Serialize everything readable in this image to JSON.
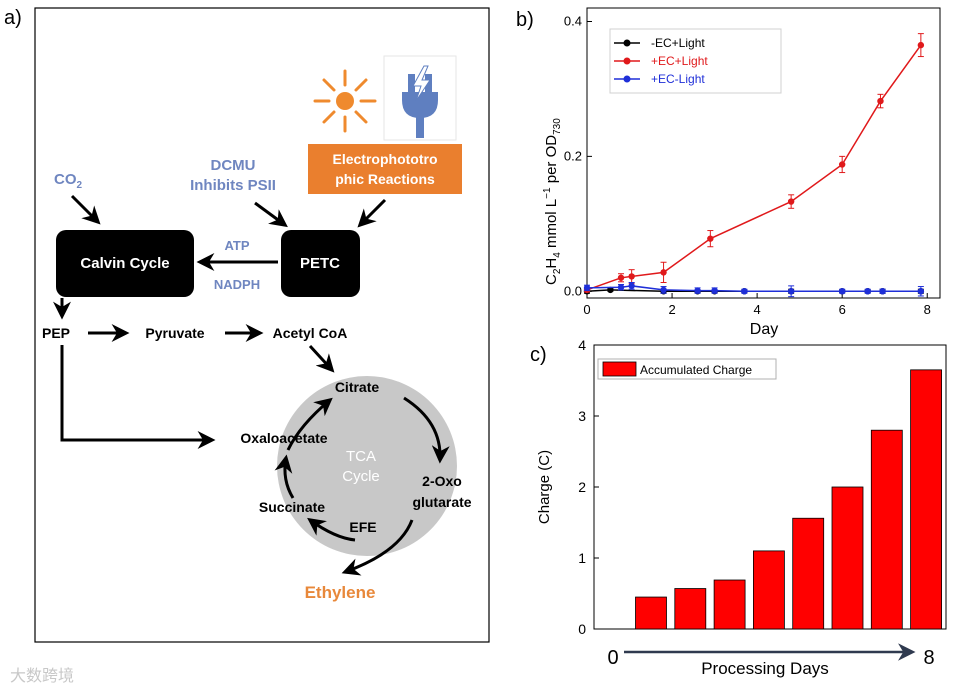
{
  "panel_labels": {
    "a": "a)",
    "b": "b)",
    "c": "c)"
  },
  "diagram": {
    "co2": {
      "main": "CO",
      "sub": "2"
    },
    "dcmu_line1": "DCMU",
    "dcmu_line2": "Inhibits PSII",
    "electro_line1": "Electrophototro",
    "electro_line2": "phic Reactions",
    "calvin": "Calvin Cycle",
    "petc": "PETC",
    "atp": "ATP",
    "nadph": "NADPH",
    "pep": "PEP",
    "pyruvate": "Pyruvate",
    "acetyl_coa": "Acetyl CoA",
    "citrate": "Citrate",
    "oxaloacetate": "Oxaloacetate",
    "tca_line1": "TCA",
    "tca_line2": "Cycle",
    "oxo_line1": "2-Oxo",
    "oxo_line2": "glutarate",
    "succinate": "Succinate",
    "efe": "EFE",
    "ethylene": "Ethylene",
    "colors": {
      "blue_text": "#6f86c0",
      "orange": "#ea7f2e",
      "ethylene": "#e8883a",
      "tca_circle": "#c8c8c8",
      "sun": "#ef8a2e",
      "plug": "#5f7fc0"
    },
    "icons": [
      "sun-icon",
      "electric-plug-icon"
    ]
  },
  "watermark": "大数跨境",
  "chart_data": [
    {
      "type": "line",
      "panel": "b",
      "xlabel": "Day",
      "ylabel": {
        "a": "C",
        "a_sub": "2",
        "b": "H",
        "b_sub": "4",
        "c": " mmol L",
        "c_sup": "−1",
        "d": " per OD",
        "d_sub": "730"
      },
      "xlim": [
        0,
        8.3
      ],
      "ylim": [
        -0.01,
        0.42
      ],
      "xticks": [
        0,
        2,
        4,
        6,
        8
      ],
      "yticks": [
        0.0,
        0.2,
        0.4
      ],
      "ytick_labels": [
        "0.0",
        "0.2",
        "0.4"
      ],
      "legend_position": "top-left",
      "series": [
        {
          "name": "-EC+Light",
          "color": "#000000",
          "x": [
            0,
            0.55,
            1.8,
            2.6,
            3.0,
            3.7,
            4.8,
            6.0,
            6.6,
            6.95,
            7.85
          ],
          "y": [
            0.0,
            0.002,
            0.0,
            0.0,
            0.0,
            0.0,
            0.0,
            0.0,
            0.0,
            0.0,
            0.0
          ],
          "err": [
            0.003,
            0.002,
            0.003,
            0.002,
            0.002,
            0.002,
            0.003,
            0.002,
            0.002,
            0.003,
            0.003
          ]
        },
        {
          "name": "+EC+Light",
          "color": "#e0191b",
          "x": [
            0,
            0.8,
            1.05,
            1.8,
            2.9,
            4.8,
            6.0,
            6.9,
            7.85
          ],
          "y": [
            0.002,
            0.02,
            0.022,
            0.028,
            0.078,
            0.133,
            0.188,
            0.282,
            0.365
          ],
          "err": [
            0.003,
            0.006,
            0.01,
            0.015,
            0.012,
            0.01,
            0.012,
            0.01,
            0.017
          ]
        },
        {
          "name": "+EC-Light",
          "color": "#1f2fd8",
          "x": [
            0,
            0.8,
            1.05,
            1.8,
            2.6,
            3.0,
            3.7,
            4.8,
            6.0,
            6.6,
            6.95,
            7.85
          ],
          "y": [
            0.005,
            0.006,
            0.008,
            0.002,
            0.001,
            0.001,
            0.0,
            0.0,
            0.0,
            0.0,
            0.0,
            0.0
          ],
          "err": [
            0.004,
            0.004,
            0.005,
            0.005,
            0.004,
            0.004,
            0.003,
            0.008,
            0.003,
            0.003,
            0.003,
            0.007
          ]
        }
      ]
    },
    {
      "type": "bar",
      "panel": "c",
      "ylabel": "Charge (C)",
      "xlabel": "Processing Days",
      "x_start_label": "0",
      "x_end_label": "8",
      "ylim": [
        0,
        4
      ],
      "yticks": [
        0,
        1,
        2,
        3,
        4
      ],
      "legend_position": "top-left",
      "series": [
        {
          "name": "Accumulated Charge",
          "color": "#ff0000",
          "values": [
            0.45,
            0.57,
            0.69,
            1.1,
            1.56,
            2.0,
            2.8,
            3.65
          ]
        }
      ]
    }
  ]
}
